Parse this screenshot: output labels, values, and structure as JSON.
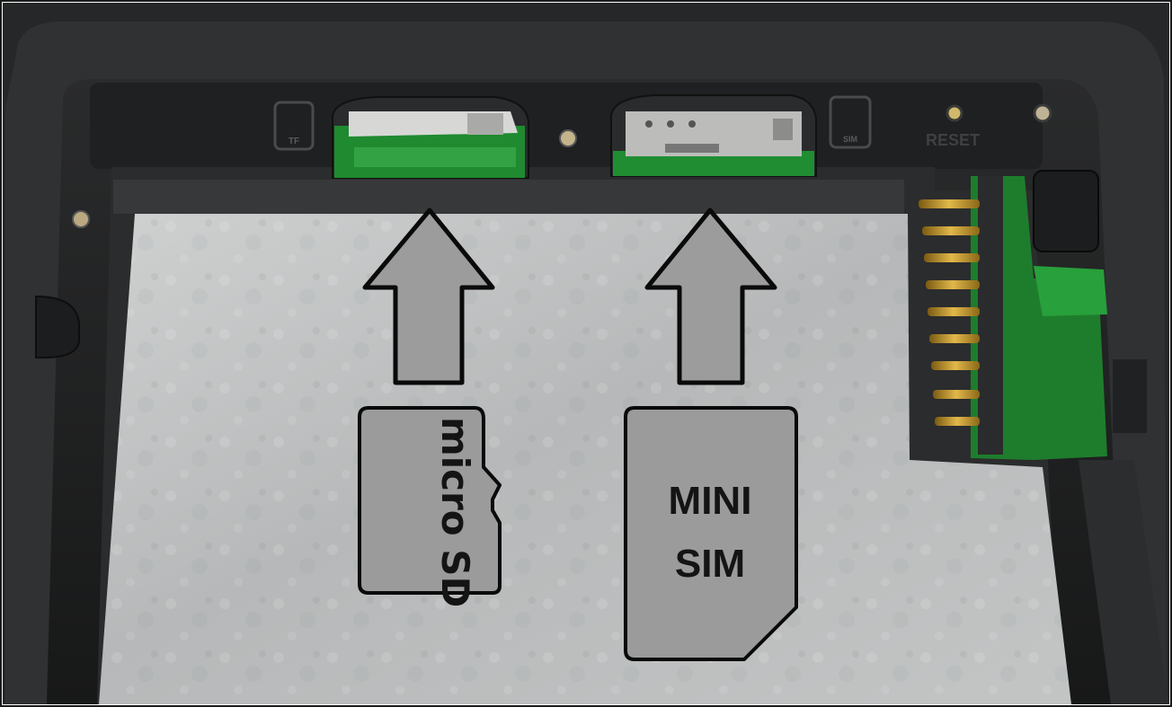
{
  "sd_logo": {
    "text": "micro SD"
  },
  "sim_label": {
    "line1": "MINI",
    "line2": "SIM"
  },
  "device": {
    "slot_left_mark": "TF",
    "slot_right_mark": "SIM",
    "reset_mark": "RESET"
  },
  "colors": {
    "frame": "#1b1c1d",
    "tray": "#b7b9ba",
    "pcb_green": "#1e8a2e",
    "arrow_fill": "#9c9c9c",
    "card_fill": "#9b9b9b",
    "text_dark": "#141414"
  }
}
